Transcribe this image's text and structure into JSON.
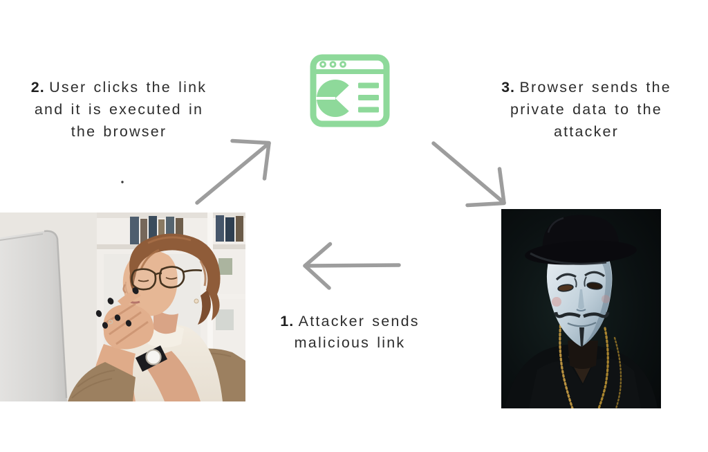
{
  "diagram_title": "reflected-xss-attack-flow",
  "steps": {
    "step1": {
      "number": "1.",
      "lines": [
        "Attacker sends",
        "malicious link"
      ]
    },
    "step2": {
      "number": "2.",
      "lines": [
        "User clicks the link",
        "and it is executed in",
        "the browser"
      ]
    },
    "step3": {
      "number": "3.",
      "lines": [
        "Browser sends the",
        "private data to the",
        "attacker"
      ]
    }
  },
  "icons": {
    "browser": "browser-window-with-pie-chart-and-list"
  },
  "images": {
    "user": "woman-with-glasses-thinking-at-computer",
    "attacker": "person-wearing-anonymous-guy-fawkes-mask-and-hat"
  },
  "colors": {
    "icon_green": "#8ed99a",
    "arrow_gray": "#9d9d9d",
    "text_dark": "#2d2d2d",
    "background": "#ffffff"
  }
}
